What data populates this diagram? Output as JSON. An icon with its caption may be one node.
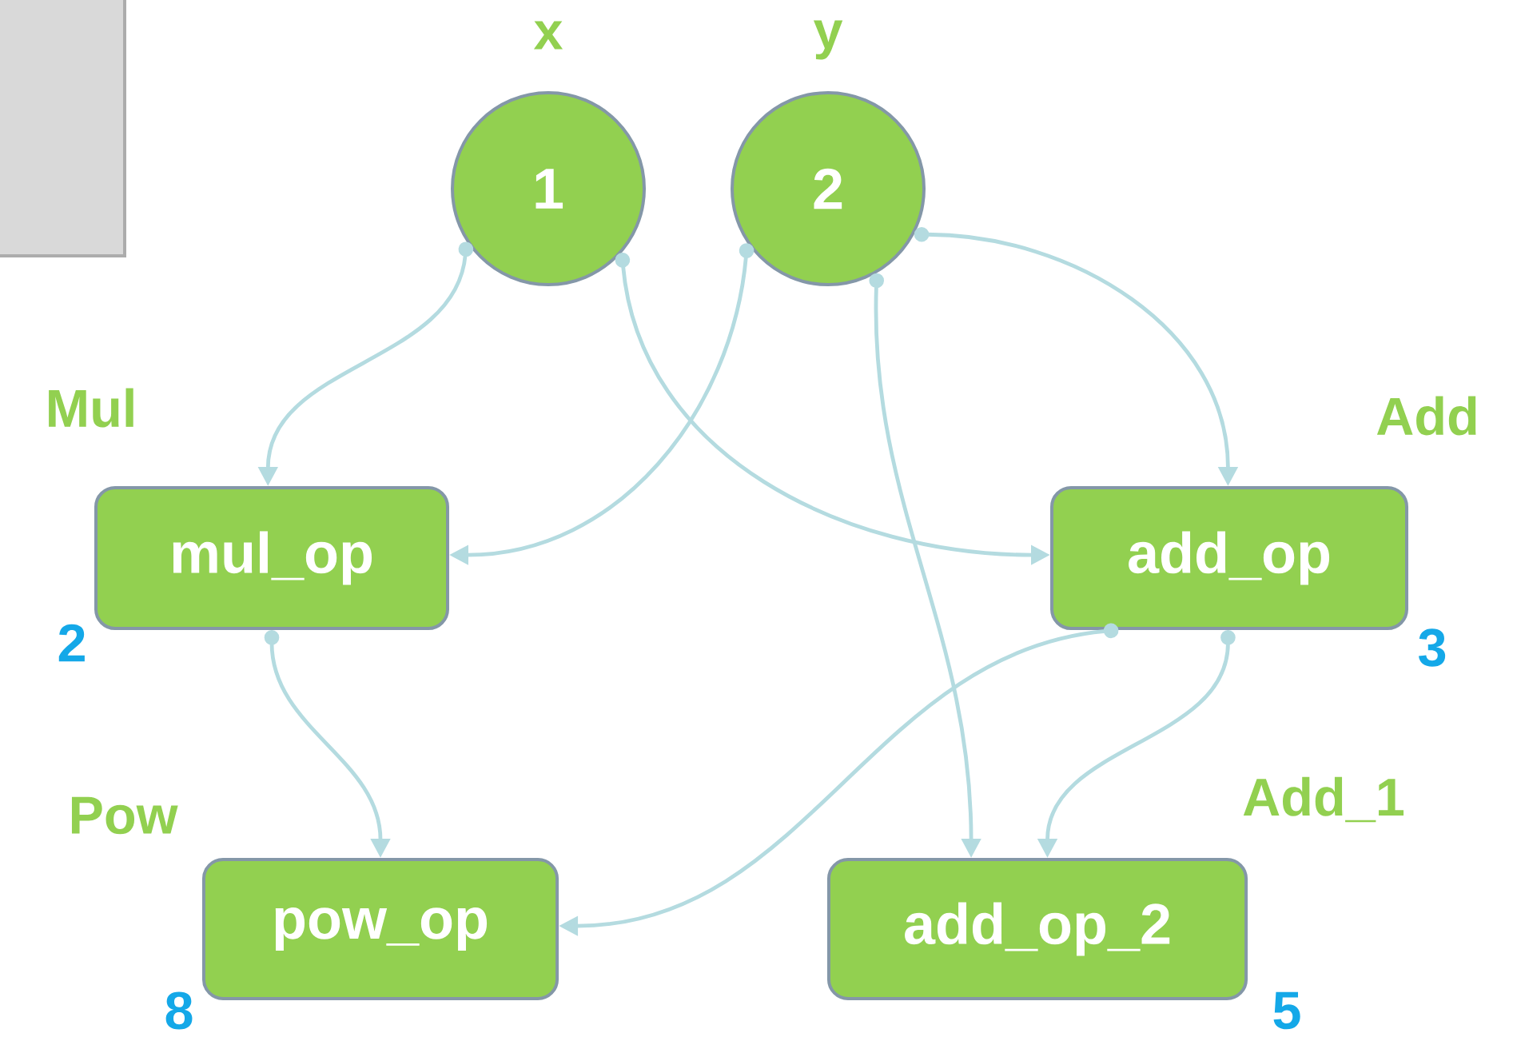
{
  "diagram": {
    "nodes": [
      {
        "text": [
          "1"
        ],
        "beside": [
          "x"
        ]
      },
      {
        "text": [
          "2"
        ],
        "beside": [
          "y"
        ]
      },
      {
        "text": [
          "mul_op"
        ],
        "beside": [
          "Mul",
          "2"
        ]
      },
      {
        "text": [
          "add_op"
        ],
        "beside": [
          "Add",
          "3"
        ]
      },
      {
        "text": [
          "pow_op"
        ],
        "beside": [
          "Pow",
          "8"
        ]
      },
      {
        "text": [
          "add_op_2"
        ],
        "beside": [
          "Add_1",
          "5"
        ]
      }
    ],
    "edges": [
      {
        "from": 0,
        "to": 2,
        "arrow": "to"
      },
      {
        "from": 0,
        "to": 3,
        "arrow": "to"
      },
      {
        "from": 1,
        "to": 2,
        "arrow": "to"
      },
      {
        "from": 1,
        "to": 5,
        "arrow": "to"
      },
      {
        "from": 1,
        "to": 3,
        "arrow": "to"
      },
      {
        "from": 2,
        "to": 4,
        "arrow": "to"
      },
      {
        "from": 3,
        "to": 4,
        "arrow": "to"
      },
      {
        "from": 3,
        "to": 5,
        "arrow": "to"
      }
    ]
  }
}
